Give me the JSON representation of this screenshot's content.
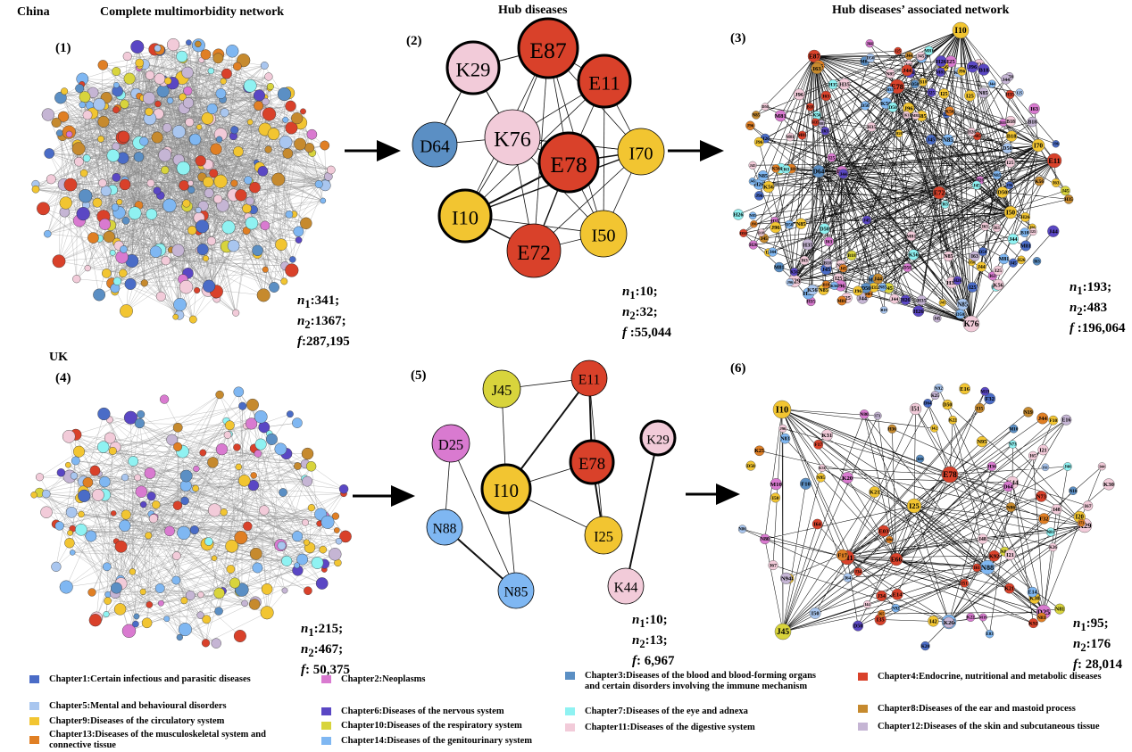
{
  "headers": {
    "china": "China",
    "complete": "Complete multimorbidity network",
    "hub": "Hub diseases",
    "associated": "Hub diseases’ associated  network",
    "uk": "UK"
  },
  "panels": [
    {
      "label": "(1)",
      "n1": "341;",
      "n2": "1367;",
      "f": "287,195"
    },
    {
      "label": "(2)",
      "n1": "10;",
      "n2": "32;",
      "f": "55,044"
    },
    {
      "label": "(3)",
      "n1": "193;",
      "n2": "483",
      "f": "196,064"
    },
    {
      "label": "(4)",
      "n1": "215;",
      "n2": "467;",
      "f": " 50,375"
    },
    {
      "label": "(5)",
      "n1": "10;",
      "n2": "13;",
      "f": " 6,967"
    },
    {
      "label": "(6)",
      "n1": "95;",
      "n2": "176",
      "f": " 28,014"
    }
  ],
  "hub_china": {
    "nodes": [
      {
        "id": "E87",
        "chapter": "ch4",
        "bold": true
      },
      {
        "id": "K29",
        "chapter": "ch11",
        "bold": true
      },
      {
        "id": "E11",
        "chapter": "ch4",
        "bold": true
      },
      {
        "id": "K76",
        "chapter": "ch11",
        "bold": false
      },
      {
        "id": "D64",
        "chapter": "ch3",
        "bold": false
      },
      {
        "id": "E78",
        "chapter": "ch4",
        "bold": true
      },
      {
        "id": "I70",
        "chapter": "ch9",
        "bold": false
      },
      {
        "id": "I10",
        "chapter": "ch9",
        "bold": true
      },
      {
        "id": "I50",
        "chapter": "ch9",
        "bold": false
      },
      {
        "id": "E72",
        "chapter": "ch4",
        "bold": false
      }
    ]
  },
  "hub_uk": {
    "nodes": [
      {
        "id": "J45",
        "chapter": "ch10",
        "bold": false
      },
      {
        "id": "E11",
        "chapter": "ch4",
        "bold": false
      },
      {
        "id": "D25",
        "chapter": "ch2",
        "bold": false
      },
      {
        "id": "K29",
        "chapter": "ch11",
        "bold": true
      },
      {
        "id": "E78",
        "chapter": "ch4",
        "bold": true
      },
      {
        "id": "I10",
        "chapter": "ch9",
        "bold": true
      },
      {
        "id": "N88",
        "chapter": "ch14",
        "bold": false
      },
      {
        "id": "I25",
        "chapter": "ch9",
        "bold": false
      },
      {
        "id": "K44",
        "chapter": "ch11",
        "bold": false
      },
      {
        "id": "N85",
        "chapter": "ch14",
        "bold": false
      }
    ]
  },
  "assoc_china_labels": [
    "I10",
    "E87",
    "E78",
    "E11",
    "I70",
    "D64",
    "D25",
    "I50",
    "K29",
    "K76",
    "E72",
    "I25",
    "I63",
    "J45",
    "N85",
    "M81",
    "H26",
    "H35",
    "D50",
    "K56",
    "B18",
    "J44",
    "J96"
  ],
  "assoc_uk_labels": [
    "I10",
    "E78",
    "I25",
    "E11",
    "E66",
    "J45",
    "K29",
    "K44",
    "D25",
    "N88",
    "N85",
    "I50",
    "I48",
    "I44",
    "I51",
    "J44",
    "J34",
    "M19",
    "N84",
    "N83",
    "N73",
    "N80",
    "N86",
    "N95",
    "N94",
    "N92",
    "N81",
    "K22",
    "K21",
    "K20",
    "K26",
    "K25",
    "K31",
    "K30",
    "K92",
    "D64",
    "D50",
    "F10",
    "F17",
    "F32",
    "H36",
    "I20",
    "I21",
    "I35",
    "I73",
    "E03",
    "E16",
    "I64",
    "I65",
    "I61",
    "I67",
    "I42",
    "M10",
    "E14",
    "D50",
    "J96",
    "N18",
    "N19"
  ],
  "legend": [
    {
      "label": "Chapter1:Certain infectious and parasitic diseases",
      "color": "#4a6cc7"
    },
    {
      "label": "Chapter2:Neoplasms",
      "color": "#d97ad0"
    },
    {
      "label": "Chapter3:Diseases of the blood and blood-forming organs",
      "label2": "and certain disorders involving the immune mechanism",
      "color": "#5b8fc4"
    },
    {
      "label": "Chapter4:Endocrine, nutritional and metabolic diseases",
      "color": "#d9412a"
    },
    {
      "label": "Chapter5:Mental and behavioural disorders",
      "color": "#a9c6ef"
    },
    {
      "label": "Chapter9:Diseases of the circulatory system",
      "color": "#f2c531"
    },
    {
      "label": "Chapter13:Diseases of the musculoskeletal system and",
      "label2": "connective tissue",
      "color": "#e07f24"
    },
    {
      "label": "Chapter6:Diseases of the nervous system",
      "color": "#5a47c4"
    },
    {
      "label": "Chapter10:Diseases of the respiratory system",
      "color": "#d8d43c"
    },
    {
      "label": "Chapter14:Diseases of the genitourinary system",
      "color": "#7fb7f2"
    },
    {
      "label": "Chapter7:Diseases of the eye and adnexa",
      "color": "#8ff2f2"
    },
    {
      "label": "Chapter11:Diseases of the digestive system",
      "color": "#f2cbd9"
    },
    {
      "label": "Chapter8:Diseases of the ear and mastoid process",
      "color": "#c68a2e"
    },
    {
      "label": "Chapter12:Diseases of the skin and subcutaneous tissue",
      "color": "#c5b5d4"
    }
  ],
  "colors": {
    "ch1": "#4a6cc7",
    "ch2": "#d97ad0",
    "ch3": "#5b8fc4",
    "ch4": "#d9412a",
    "ch5": "#a9c6ef",
    "ch6": "#5a47c4",
    "ch7": "#8ff2f2",
    "ch8": "#c68a2e",
    "ch9": "#f2c531",
    "ch10": "#d8d43c",
    "ch11": "#f2cbd9",
    "ch12": "#c5b5d4",
    "ch13": "#e07f24",
    "ch14": "#7fb7f2"
  }
}
